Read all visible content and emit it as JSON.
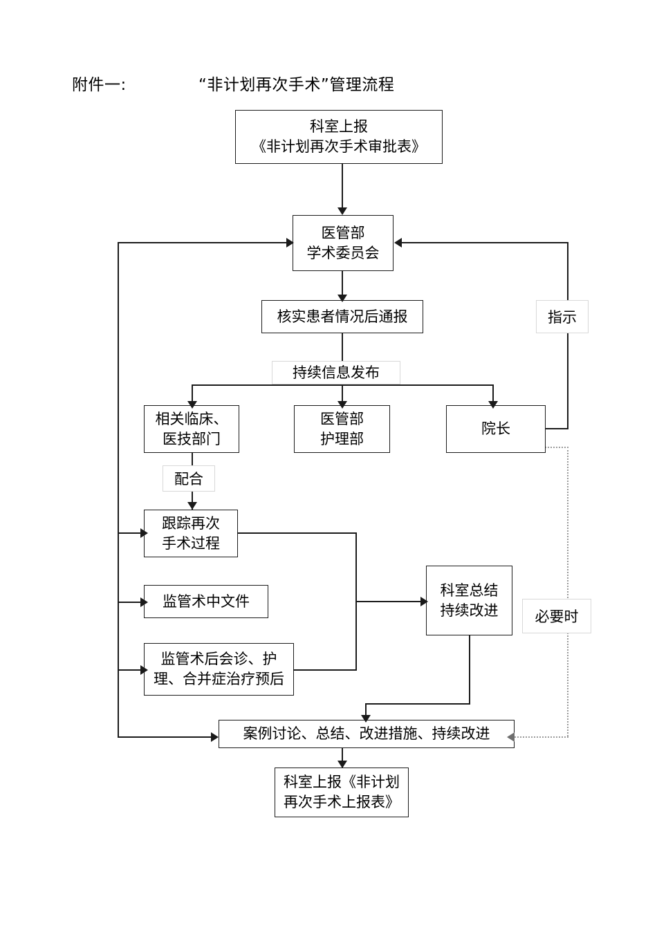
{
  "document": {
    "attachment_label": "附件一:",
    "title": "“非计划再次手术”管理流程"
  },
  "flowchart": {
    "type": "flowchart",
    "nodes": [
      {
        "id": "n1",
        "name": "department-report-approval",
        "lines": [
          "科室上报",
          "《非计划再次手术审批表》"
        ]
      },
      {
        "id": "n2",
        "name": "medical-admin-academic-committee",
        "lines": [
          "医管部",
          "学术委员会"
        ]
      },
      {
        "id": "n3",
        "name": "verify-patient-notify",
        "lines": [
          "核实患者情况后通报"
        ]
      },
      {
        "id": "n4",
        "name": "continuous-info-release",
        "lines": [
          "持续信息发布"
        ]
      },
      {
        "id": "n5",
        "name": "clinical-medtech-departments",
        "lines": [
          "相关临床、",
          "医技部门"
        ]
      },
      {
        "id": "n6",
        "name": "medical-admin-nursing",
        "lines": [
          "医管部",
          "护理部"
        ]
      },
      {
        "id": "n7",
        "name": "president",
        "lines": [
          "院长"
        ]
      },
      {
        "id": "n8",
        "name": "track-reoperation-process",
        "lines": [
          "跟踪再次",
          "手术过程"
        ]
      },
      {
        "id": "n9",
        "name": "supervise-intraop-documents",
        "lines": [
          "监管术中文件"
        ]
      },
      {
        "id": "n10",
        "name": "supervise-postop-consult",
        "lines": [
          "监管术后会诊、护",
          "理、合并症治疗预后"
        ]
      },
      {
        "id": "n11",
        "name": "department-summary-improve",
        "lines": [
          "科室总结",
          "持续改进"
        ]
      },
      {
        "id": "n12",
        "name": "case-discussion-summary",
        "lines": [
          "案例讨论、总结、改进措施、持续改进"
        ]
      },
      {
        "id": "n13",
        "name": "department-report-final",
        "lines": [
          "科室上报《非计划",
          "再次手术上报表》"
        ]
      }
    ],
    "edge_labels": [
      {
        "id": "l1",
        "name": "cooperate-label",
        "text": "配合"
      },
      {
        "id": "l2",
        "name": "instruction-label",
        "text": "指示"
      },
      {
        "id": "l3",
        "name": "if-necessary-label",
        "text": "必要时"
      }
    ],
    "colors": {
      "stroke": "#1a1a1a",
      "dotted_stroke": "#9a9a9a",
      "label_border": "#d8d8d8",
      "background": "#ffffff"
    }
  }
}
